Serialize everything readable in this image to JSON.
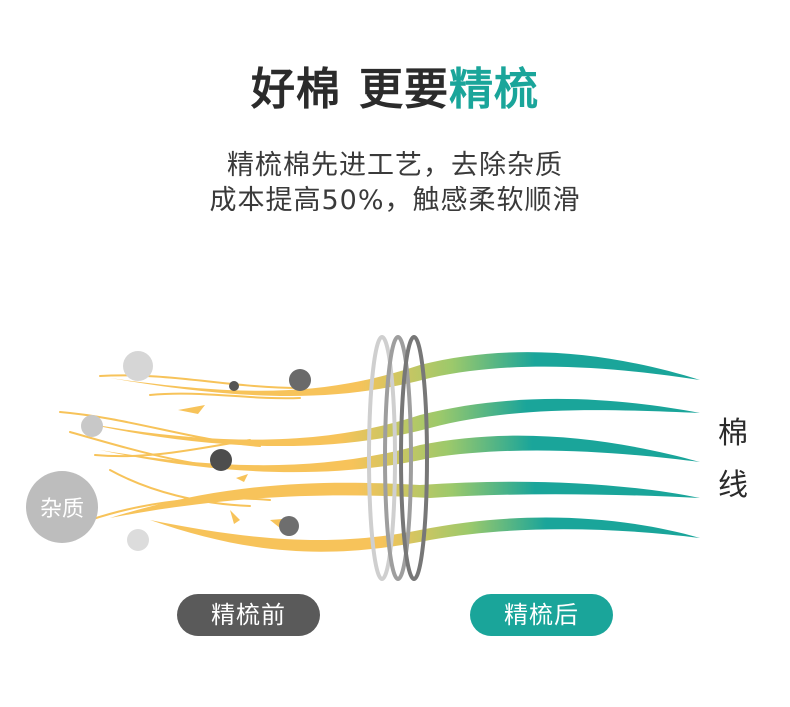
{
  "headline": {
    "part1": "好棉",
    "part2": "更要",
    "accent": "精梳"
  },
  "subtitle": {
    "line1": "精梳棉先进工艺，去除杂质",
    "line2": "成本提高50%，触感柔软顺滑"
  },
  "illustration": {
    "impurity_label": "杂质",
    "side_label": [
      "棉",
      "线"
    ],
    "before_label": "精梳前",
    "after_label": "精梳后"
  },
  "colors": {
    "accent": "#1aa59a",
    "fiber_raw": "#f7c35a",
    "fiber_combed": "#1aa59a",
    "pill_before": "#5a5a5a",
    "impurity": "#8a8a8a"
  }
}
